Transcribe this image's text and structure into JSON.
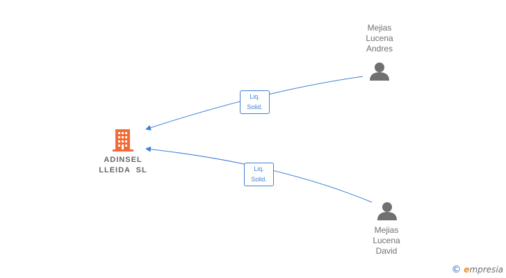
{
  "company": {
    "name_line1": "ADINSEL",
    "name_line2": "LLEIDA  SL",
    "icon": "building-icon",
    "color": "#f26b36"
  },
  "persons": [
    {
      "line1": "Mejias",
      "line2": "Lucena",
      "line3": "Andres",
      "icon": "person-icon",
      "color": "#707070"
    },
    {
      "line1": "Mejias",
      "line2": "Lucena",
      "line3": "David",
      "icon": "person-icon",
      "color": "#707070"
    }
  ],
  "relations": [
    {
      "from_person": 0,
      "label_line1": "Liq.",
      "label_line2": "Solid."
    },
    {
      "from_person": 1,
      "label_line1": "Liq.",
      "label_line2": "Solid."
    }
  ],
  "edge_color": "#3f7fd6",
  "brand": {
    "copyright": "©",
    "e": "e",
    "rest": "mpresia"
  }
}
